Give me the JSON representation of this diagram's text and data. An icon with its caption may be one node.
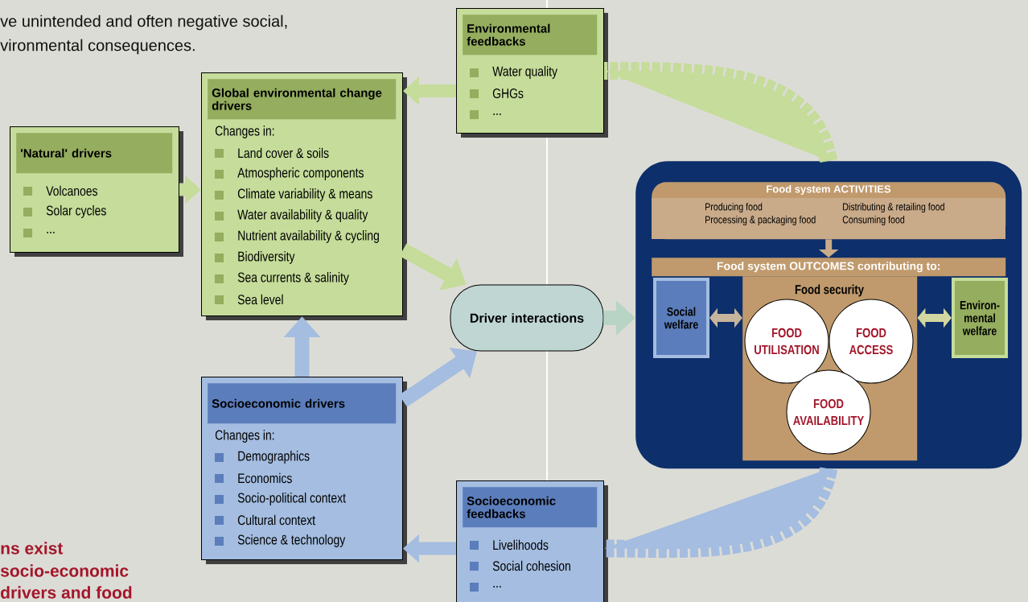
{
  "diagram": {
    "nodes": [
      {
        "text": [
          "Global environmental change drivers",
          "Changes in:",
          "Land cover & soils",
          "Atmospheric components",
          "Climate variability & means",
          "Water availability & quality",
          "Nutrient availability & cycling",
          "Biodiversity",
          "Sea currents & salinity",
          "Sea level"
        ]
      },
      {
        "text": [
          "'Natural' drivers",
          "Volcanoes",
          "Solar cycles",
          "..."
        ]
      },
      {
        "text": [
          "Environmental feedbacks",
          "Water quality",
          "GHGs",
          "..."
        ]
      },
      {
        "text": [
          "Driver interactions"
        ]
      },
      {
        "text": [
          "Socioeconomic drivers",
          "Changes in:",
          "Demographics",
          "Economics",
          "Socio-political context",
          "Cultural context",
          "Science & technology"
        ]
      },
      {
        "text": [
          "Socioeconomic feedbacks",
          "Livelihoods",
          "Social cohesion",
          "..."
        ]
      },
      {
        "text": [],
        "shape": "box"
      },
      {
        "text": [
          "Food system ACTIVITIES",
          "Producing food",
          "Processing & packaging food",
          "Distributing & retailing food",
          "Consuming food"
        ],
        "in": 6
      },
      {
        "text": [
          "Food system OUTCOMES contributing to:"
        ],
        "in": 6
      },
      {
        "text": [
          "Social welfare"
        ],
        "in": 6
      },
      {
        "text": [
          "Food security"
        ],
        "in": 6
      },
      {
        "text": [
          "FOOD UTILISATION"
        ],
        "in": 10
      },
      {
        "text": [
          "FOOD ACCESS"
        ],
        "in": 10
      },
      {
        "text": [
          "FOOD AVAILABILITY"
        ],
        "in": 10
      },
      {
        "text": [
          "Environ-mental welfare"
        ],
        "in": 6
      }
    ],
    "edges": [
      {
        "from": 1,
        "to": 0,
        "arrow": "to",
        "color": "#c5dc9a"
      },
      {
        "from": 0,
        "to": 3,
        "arrow": "to",
        "color": "#c5dc9a"
      },
      {
        "from": 4,
        "to": 0,
        "arrow": "to",
        "color": "#a4bde0"
      },
      {
        "from": 4,
        "to": 3,
        "arrow": "to",
        "color": "#a4bde0"
      },
      {
        "from": 3,
        "to": 6,
        "arrow": "to",
        "color": "#b8d4c4"
      },
      {
        "from": 2,
        "to": 0,
        "arrow": "to",
        "color": "#c5dc9a"
      },
      {
        "from": 6,
        "to": 2,
        "arrow": "none",
        "style": "dashed",
        "color": "#c5dc9a"
      },
      {
        "from": 6,
        "to": 5,
        "arrow": "none",
        "style": "dashed",
        "color": "#a4bde0"
      },
      {
        "from": 5,
        "to": 4,
        "arrow": "to",
        "color": "#a4bde0"
      },
      {
        "from": 7,
        "to": 8,
        "arrow": "to",
        "color": "#c9ab8a"
      },
      {
        "from": 9,
        "to": 10,
        "arrow": "both",
        "color": "#c6b49c"
      },
      {
        "from": 10,
        "to": 14,
        "arrow": "both",
        "color": "#d2d6a0"
      }
    ],
    "labels": [
      "ve unintended and often negative social,",
      "vironmental consequences.",
      "ns exist",
      "socio-economic",
      "drivers and food"
    ]
  }
}
